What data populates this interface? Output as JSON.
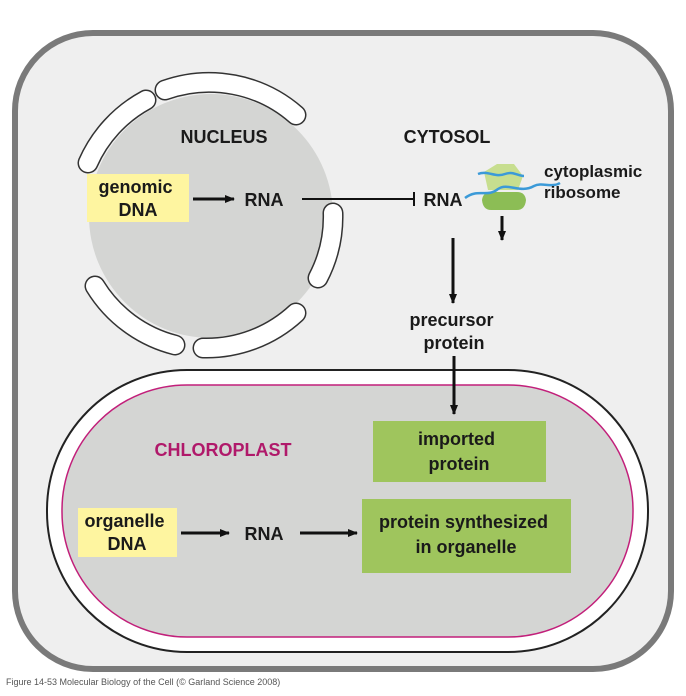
{
  "nucleus": {
    "title": "NUCLEUS",
    "genomic_dna": [
      "genomic",
      "DNA"
    ],
    "rna": "RNA"
  },
  "cytosol": {
    "title": "CYTOSOL",
    "rna": "RNA",
    "ribosome_label": [
      "cytoplasmic",
      "ribosome"
    ],
    "precursor_label": [
      "precursor",
      "protein"
    ]
  },
  "chloroplast": {
    "title": "CHLOROPLAST",
    "organelle_dna": [
      "organelle",
      "DNA"
    ],
    "rna": "RNA",
    "imported_protein": [
      "imported",
      "protein"
    ],
    "synthesized_protein": [
      "protein synthesized",
      "in organelle"
    ]
  },
  "caption": "Figure 14-53 Molecular Biology of the Cell (© Garland Science 2008)",
  "colors": {
    "dna_box": "#fef5a0",
    "protein_box": "#9fc55d",
    "nucleus_fill": "#d4d5d3",
    "chloroplast_title": "#b0196a",
    "chloroplast_membrane": "#c21f7a",
    "cell_border": "#7a7a7a",
    "cell_fill": "#efefef",
    "ribosome_small": "#c7de8f",
    "ribosome_large": "#8cbd55",
    "mrna": "#3b9ad8"
  }
}
